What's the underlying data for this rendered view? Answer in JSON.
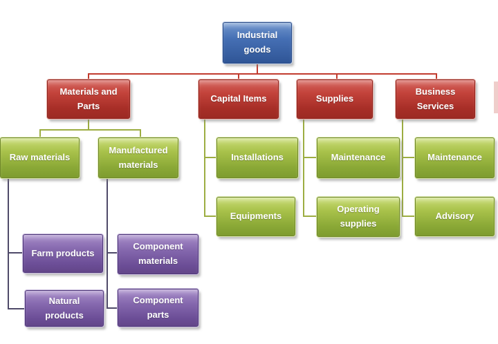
{
  "diagram": {
    "type": "org-chart",
    "background": "#ffffff",
    "nodes": {
      "root": {
        "label": "Industrial\ngoods",
        "level": 1
      },
      "materials_parts": {
        "label": "Materials and\nParts",
        "level": 2
      },
      "capital_items": {
        "label": "Capital Items",
        "level": 2
      },
      "supplies": {
        "label": "Supplies",
        "level": 2
      },
      "business_services": {
        "label": "Business\nServices",
        "level": 2
      },
      "raw_materials": {
        "label": "Raw materials",
        "level": 3
      },
      "manufactured_materials": {
        "label": "Manufactured\nmaterials",
        "level": 3
      },
      "installations": {
        "label": "Installations",
        "level": 3
      },
      "equipments": {
        "label": "Equipments",
        "level": 3
      },
      "maintenance_supplies": {
        "label": "Maintenance",
        "level": 3
      },
      "operating_supplies": {
        "label": "Operating\nsupplies",
        "level": 3
      },
      "maintenance_business": {
        "label": "Maintenance",
        "level": 3
      },
      "advisory": {
        "label": "Advisory",
        "level": 3
      },
      "farm_products": {
        "label": "Farm products",
        "level": 4
      },
      "natural_products": {
        "label": "Natural\nproducts",
        "level": 4
      },
      "component_materials": {
        "label": "Component\nmaterials",
        "level": 4
      },
      "component_parts": {
        "label": "Component\nparts",
        "level": 4
      }
    },
    "hierarchy": {
      "Industrial goods": [
        "Materials and Parts",
        "Capital Items",
        "Supplies",
        "Business Services"
      ],
      "Materials and Parts": [
        "Raw materials",
        "Manufactured materials"
      ],
      "Raw materials": [
        "Farm products",
        "Natural products"
      ],
      "Manufactured materials": [
        "Component materials",
        "Component parts"
      ],
      "Capital Items": [
        "Installations",
        "Equipments"
      ],
      "Supplies": [
        "Maintenance",
        "Operating supplies"
      ],
      "Business Services": [
        "Maintenance",
        "Advisory"
      ]
    },
    "colors": {
      "level1_fill": "#3b66ab",
      "level2_fill": "#b7352d",
      "level3_fill": "#94ab3a",
      "level4_fill": "#6f519c",
      "connector_level1": "#c23b2e",
      "connector_level2": "#9cad41",
      "connector_level3": "#4e4968",
      "text": "#ffffff"
    }
  }
}
